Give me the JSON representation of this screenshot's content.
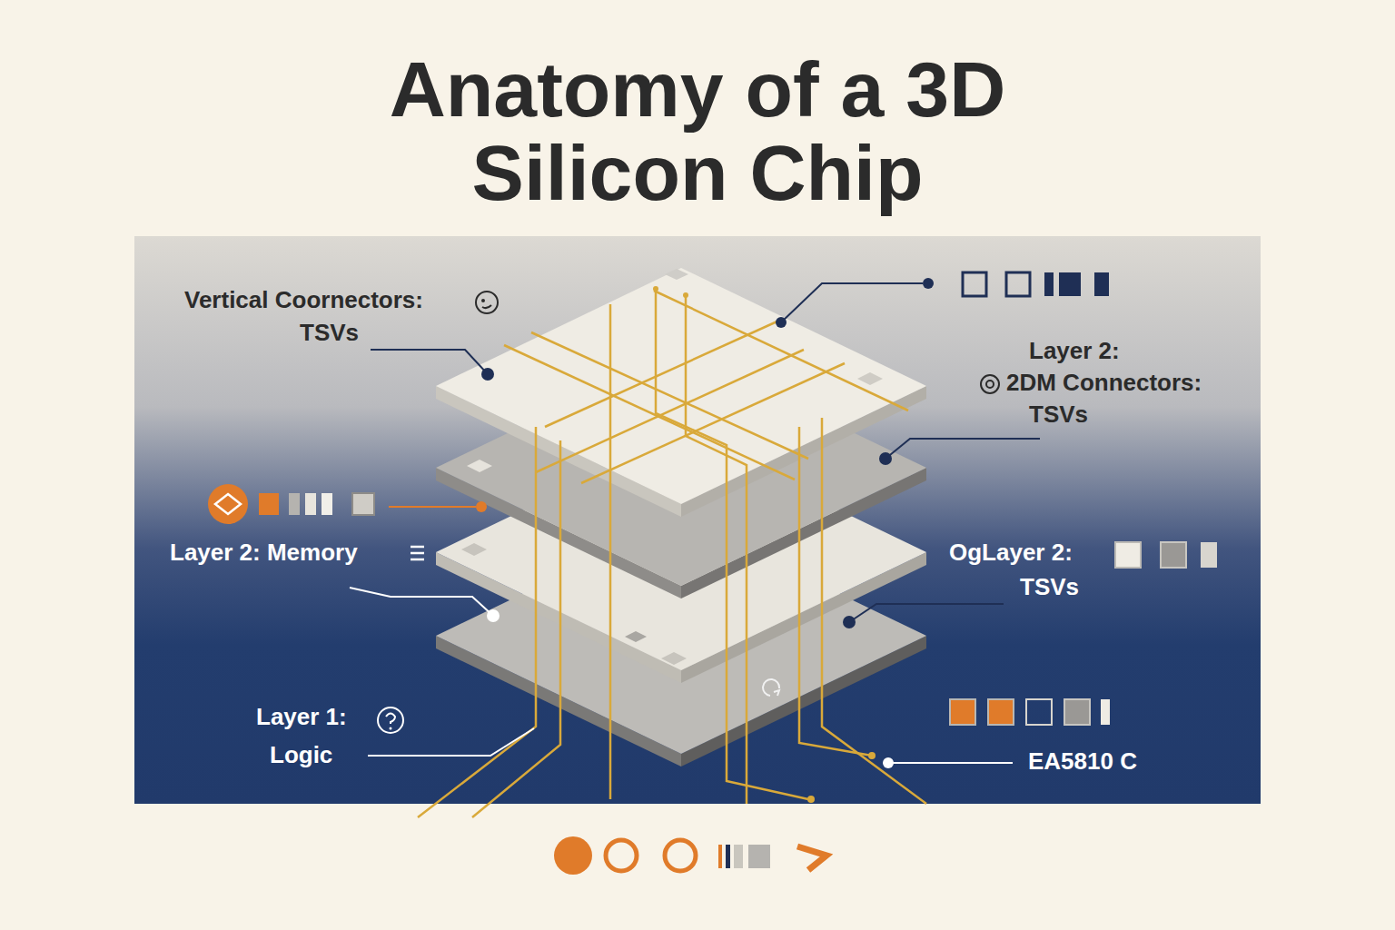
{
  "diagram": {
    "title": "Anatomy of a 3D Silicon Chip",
    "labels": [
      "Vertical Coornectors:",
      "TSVs",
      "Layer 2:",
      "2DM Connectors:",
      "TSVs",
      "Layer 2: Memory",
      "OgLayer 2:",
      "TSVs",
      "Layer 1:",
      "Logic",
      "EA5810 C"
    ]
  }
}
